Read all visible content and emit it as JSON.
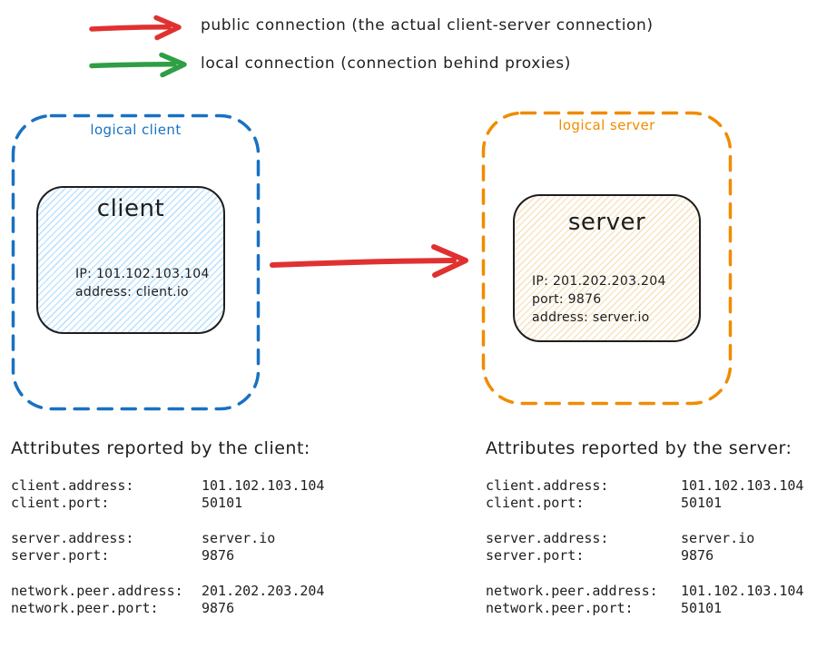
{
  "colors": {
    "public_connection_arrow": "#e03131",
    "local_connection_arrow": "#2f9e44",
    "logical_client_outline": "#1971c2",
    "logical_server_outline": "#f08c00",
    "text": "#1e1e1e",
    "client_node_fill": "#a5d8ff",
    "server_node_fill": "#f2ce92"
  },
  "legend": {
    "items": [
      {
        "label": "public connection (the actual client-server connection)",
        "arrow_color": "#e03131"
      },
      {
        "label": "local connection (connection behind proxies)",
        "arrow_color": "#2f9e44"
      }
    ]
  },
  "diagram": {
    "logical_client": {
      "label": "logical client",
      "node": {
        "title": "client",
        "lines": [
          "IP: 101.102.103.104",
          "address: client.io"
        ]
      }
    },
    "logical_server": {
      "label": "logical server",
      "node": {
        "title": "server",
        "lines": [
          "IP: 201.202.203.204",
          "port: 9876",
          "address: server.io"
        ]
      }
    }
  },
  "attributes_client": {
    "title": "Attributes reported by the client:",
    "groups": [
      {
        "rows": [
          {
            "key": "client.address:",
            "value": "101.102.103.104"
          },
          {
            "key": "client.port:",
            "value": "50101"
          }
        ]
      },
      {
        "rows": [
          {
            "key": "server.address:",
            "value": "server.io"
          },
          {
            "key": "server.port:",
            "value": "9876"
          }
        ]
      },
      {
        "rows": [
          {
            "key": "network.peer.address:",
            "value": "201.202.203.204"
          },
          {
            "key": "network.peer.port:",
            "value": "9876"
          }
        ]
      }
    ]
  },
  "attributes_server": {
    "title": "Attributes reported by the server:",
    "groups": [
      {
        "rows": [
          {
            "key": "client.address:",
            "value": "101.102.103.104"
          },
          {
            "key": "client.port:",
            "value": "50101"
          }
        ]
      },
      {
        "rows": [
          {
            "key": "server.address:",
            "value": "server.io"
          },
          {
            "key": "server.port:",
            "value": "9876"
          }
        ]
      },
      {
        "rows": [
          {
            "key": "network.peer.address:",
            "value": "101.102.103.104"
          },
          {
            "key": "network.peer.port:",
            "value": "50101"
          }
        ]
      }
    ]
  }
}
